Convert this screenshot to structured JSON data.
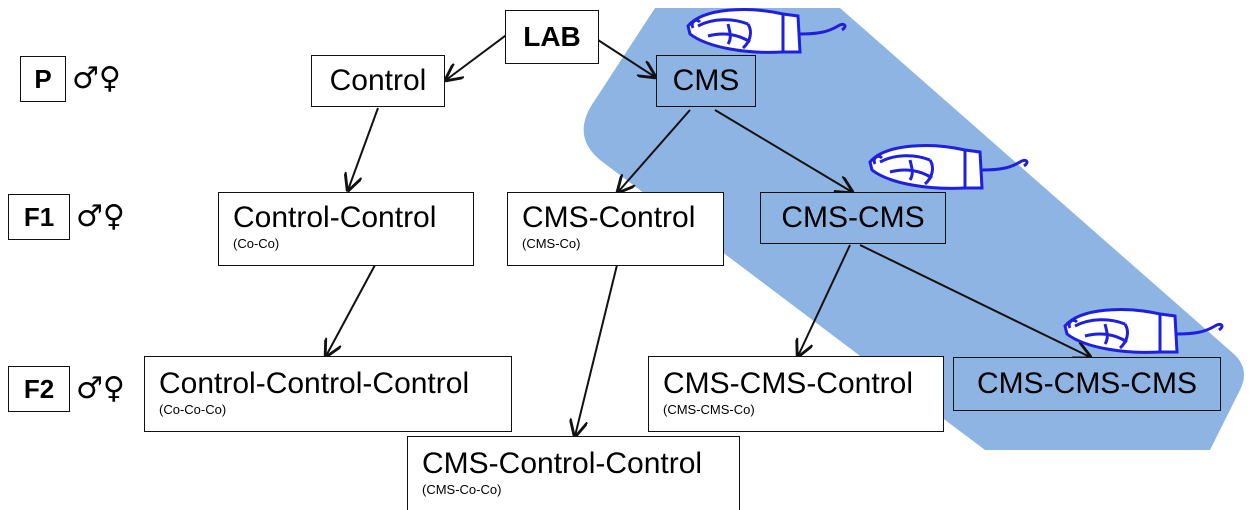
{
  "colors": {
    "highlight": "#8eb4e3",
    "rat": "#1f1fe0",
    "line": "#111111"
  },
  "generations": [
    {
      "label": "P",
      "sex": "♂♀"
    },
    {
      "label": "F1",
      "sex": "♂♀"
    },
    {
      "label": "F2",
      "sex": "♂♀"
    }
  ],
  "nodes": {
    "lab": {
      "label": "LAB"
    },
    "control": {
      "label": "Control"
    },
    "cms": {
      "label": "CMS"
    },
    "control_control": {
      "label": "Control-Control",
      "abbr": "(Co-Co)"
    },
    "cms_control": {
      "label": "CMS-Control",
      "abbr": "(CMS-Co)"
    },
    "cms_cms": {
      "label": "CMS-CMS"
    },
    "control_control_control": {
      "label": "Control-Control-Control",
      "abbr": "(Co-Co-Co)"
    },
    "cms_cms_control": {
      "label": "CMS-CMS-Control",
      "abbr": "(CMS-CMS-Co)"
    },
    "cms_cms_cms": {
      "label": "CMS-CMS-CMS"
    },
    "cms_control_control": {
      "label": "CMS-Control-Control",
      "abbr": "(CMS-Co-Co)"
    }
  },
  "icons": [
    "rat-in-restrainer-icon",
    "rat-in-restrainer-icon",
    "rat-in-restrainer-icon"
  ]
}
